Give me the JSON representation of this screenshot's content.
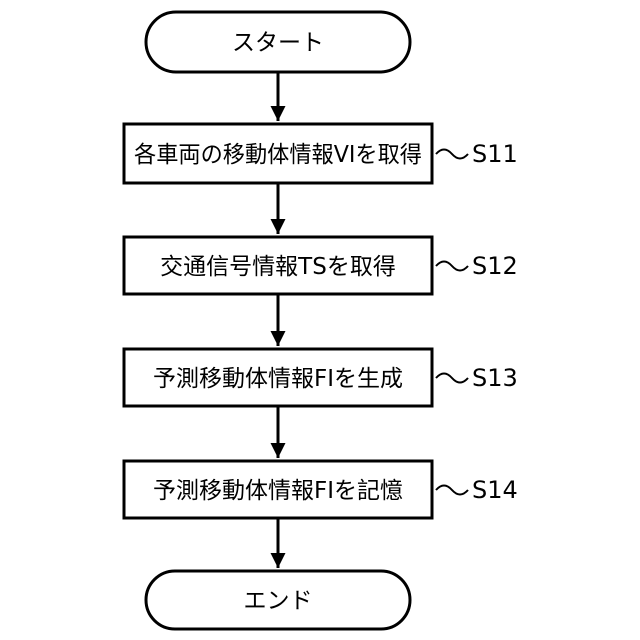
{
  "start": {
    "label": "スタート"
  },
  "steps": [
    {
      "label": "各車両の移動体情報VIを取得",
      "id": "S11"
    },
    {
      "label": "交通信号情報TSを取得",
      "id": "S12"
    },
    {
      "label": "予測移動体情報FIを生成",
      "id": "S13"
    },
    {
      "label": "予測移動体情報FIを記憶",
      "id": "S14"
    }
  ],
  "end": {
    "label": "エンド"
  }
}
